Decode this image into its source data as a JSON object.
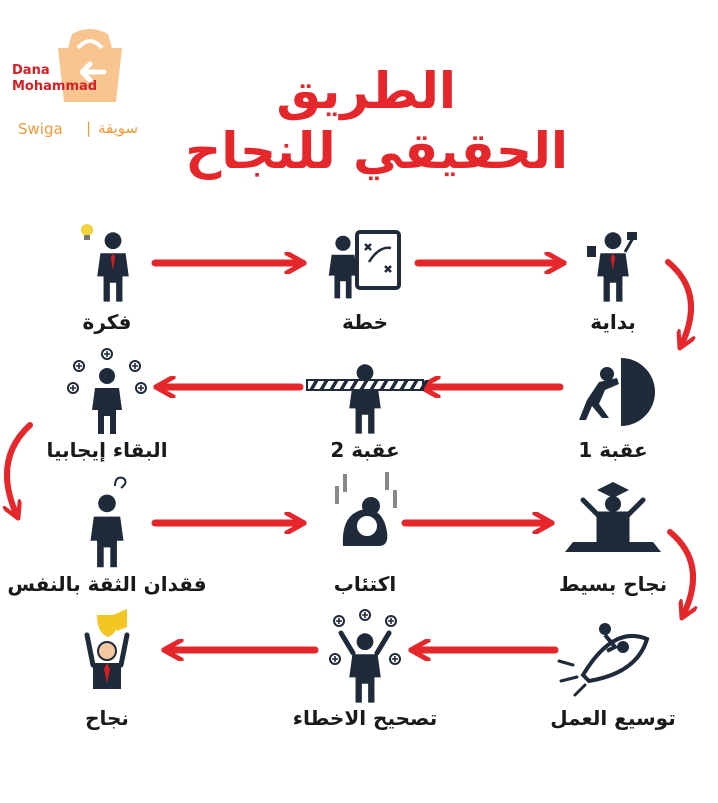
{
  "watermark": {
    "name": "Dana\nMohammad",
    "brand_latin": "Swiga",
    "brand_separator": "|",
    "brand_arabic": "سويقة"
  },
  "title": {
    "line1": "الطريق",
    "line2": "الحقيقي للنجاح"
  },
  "colors": {
    "arrow": "#e5262b",
    "title": "#e5262b",
    "icon": "#1f2a3a",
    "logo_orange": "#f39a3a"
  },
  "steps": [
    {
      "label": "بداية",
      "icon": "businessman-multitasking-icon"
    },
    {
      "label": "خطة",
      "icon": "strategy-board-icon"
    },
    {
      "label": "فكرة",
      "icon": "idea-lightbulb-person-icon"
    },
    {
      "label": "عقبة 1",
      "icon": "pushing-wall-icon"
    },
    {
      "label": "عقبة 2",
      "icon": "barrier-icon"
    },
    {
      "label": "البقاء إيجابيا",
      "icon": "positive-person-icon"
    },
    {
      "label": "نجاح بسيط",
      "icon": "graduate-podium-icon"
    },
    {
      "label": "اكتئاب",
      "icon": "depressed-person-icon"
    },
    {
      "label": "فقدان الثقة بالنفس",
      "icon": "confused-person-icon"
    },
    {
      "label": "توسيع العمل",
      "icon": "rocket-launch-icon"
    },
    {
      "label": "تصحيح الاخطاء",
      "icon": "cheering-person-icon"
    },
    {
      "label": "نجاح",
      "icon": "trophy-winner-icon"
    }
  ]
}
